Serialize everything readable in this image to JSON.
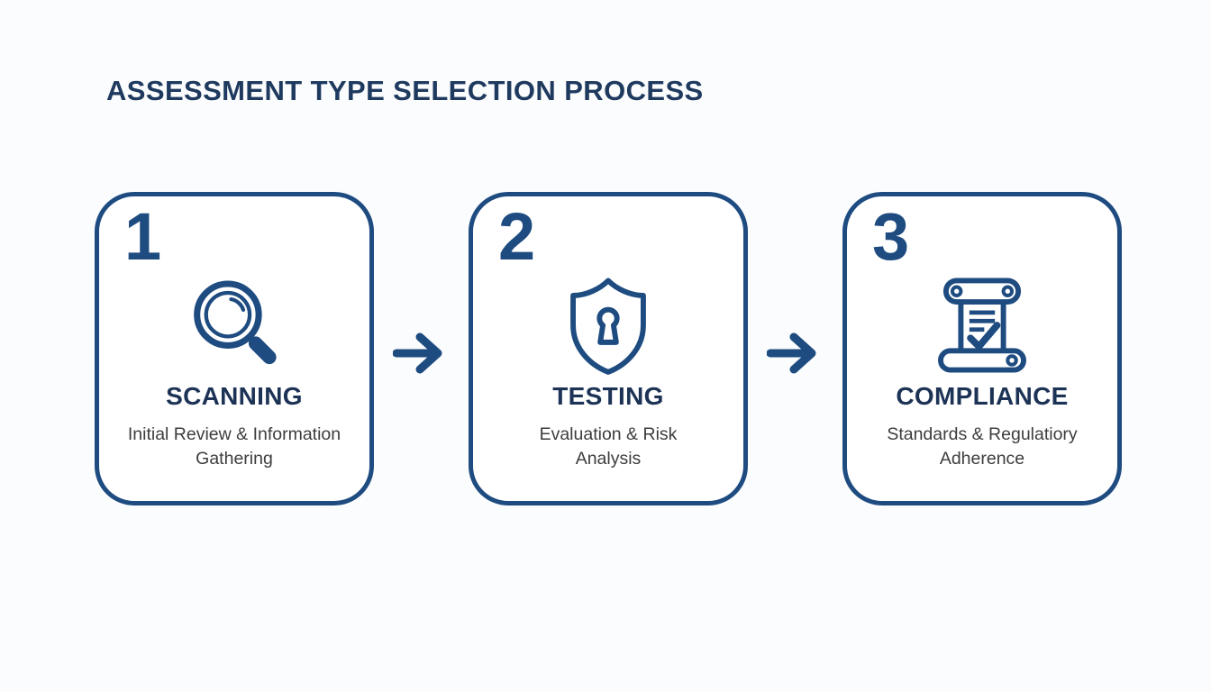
{
  "title": "ASSESSMENT TYPE SELECTION PROCESS",
  "colors": {
    "navy": "#1e4b80",
    "title_text": "#1f3a5f",
    "step_title_text": "#1d3356",
    "subtitle_text": "#3d3d3d",
    "background": "#fbfcfd"
  },
  "steps": [
    {
      "number": "1",
      "icon": "magnifier-icon",
      "title": "SCANNING",
      "subtitle_lines": [
        "Initial Review & Information",
        "Gathering"
      ]
    },
    {
      "number": "2",
      "icon": "shield-keyhole-icon",
      "title": "TESTING",
      "subtitle_lines": [
        "Evaluation & Risk",
        "Analysis"
      ]
    },
    {
      "number": "3",
      "icon": "scroll-checkmark-icon",
      "title": "COMPLIANCE",
      "subtitle_lines": [
        "Standards & Regulatiory",
        "Adherence"
      ]
    }
  ]
}
